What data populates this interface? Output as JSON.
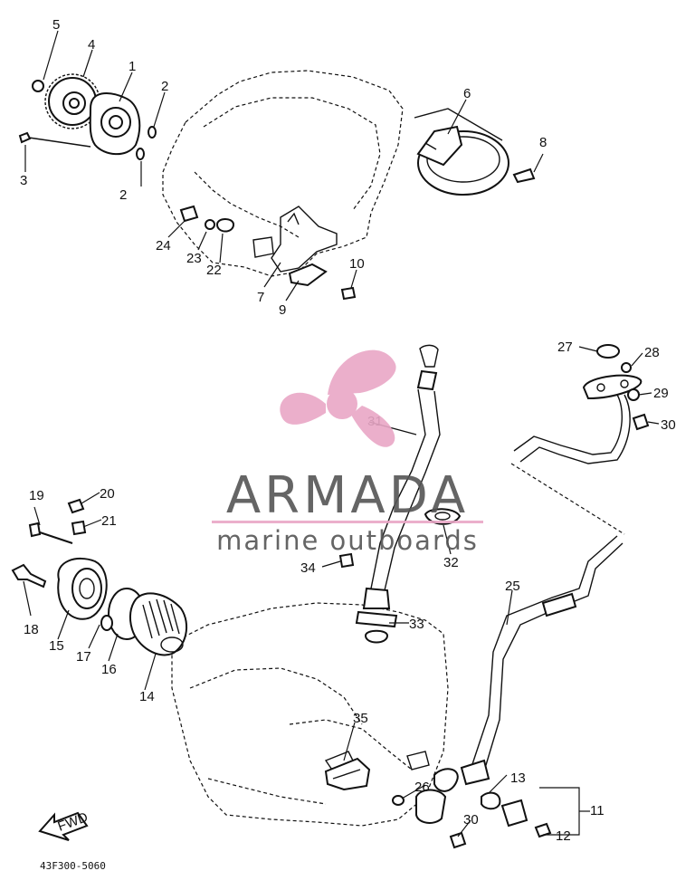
{
  "watermark": {
    "brand": "ARMADA",
    "tagline": "marine outboards",
    "logo_color": "#e9a7c6",
    "text_color": "#555555"
  },
  "diagram_code": "43F300-5060",
  "fwd_label": "FWD",
  "callouts": [
    "1",
    "2",
    "2",
    "3",
    "4",
    "5",
    "6",
    "7",
    "8",
    "9",
    "10",
    "11",
    "12",
    "13",
    "14",
    "15",
    "16",
    "17",
    "18",
    "19",
    "20",
    "21",
    "22",
    "23",
    "24",
    "25",
    "26",
    "27",
    "28",
    "29",
    "30",
    "30",
    "31",
    "32",
    "33",
    "34",
    "35"
  ]
}
